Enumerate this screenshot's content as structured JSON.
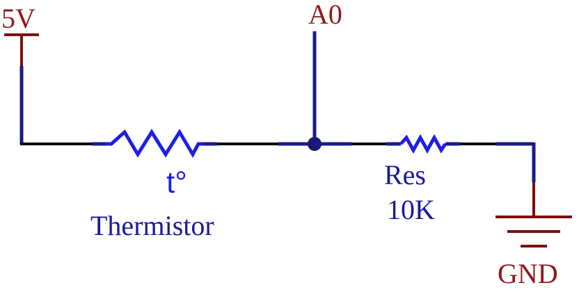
{
  "labels": {
    "supply": "5V",
    "analog_input": "A0",
    "thermistor_symbol": "t°",
    "thermistor_name": "Thermistor",
    "resistor_name": "Res",
    "resistor_value": "10K",
    "ground": "GND"
  },
  "colors": {
    "wire": "#000000",
    "pin": "#1a1a8c",
    "component": "#1e1ee6",
    "power": "#7a1010",
    "label_power": "#8b1a1a",
    "label_component": "#1a1a9a"
  }
}
